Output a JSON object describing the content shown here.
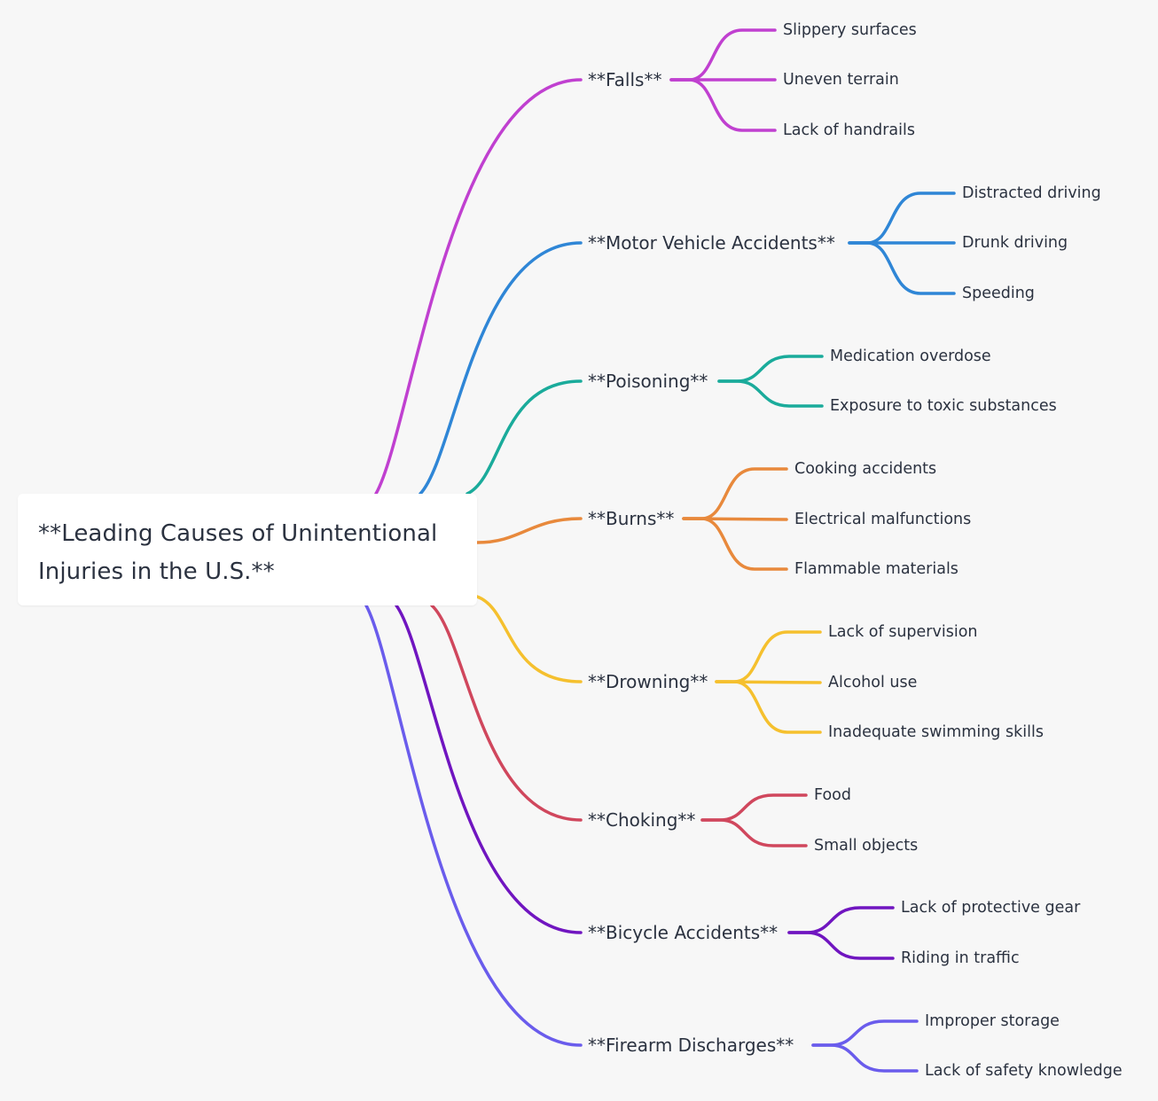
{
  "root": {
    "label": "**Leading Causes of Unintentional Injuries in the U.S.**"
  },
  "branches": [
    {
      "label": "**Falls**",
      "color": "#c040d0",
      "children": [
        "Slippery surfaces",
        "Uneven terrain",
        "Lack of handrails"
      ]
    },
    {
      "label": "**Motor Vehicle Accidents**",
      "color": "#2f86d6",
      "children": [
        "Distracted driving",
        "Drunk driving",
        "Speeding"
      ]
    },
    {
      "label": "**Poisoning**",
      "color": "#1aab9b",
      "children": [
        "Medication overdose",
        "Exposure to toxic substances"
      ]
    },
    {
      "label": "**Burns**",
      "color": "#e8893c",
      "children": [
        "Cooking accidents",
        "Electrical malfunctions",
        "Flammable materials"
      ]
    },
    {
      "label": "**Drowning**",
      "color": "#f5c02e",
      "children": [
        "Lack of supervision",
        "Alcohol use",
        "Inadequate swimming skills"
      ]
    },
    {
      "label": "**Choking**",
      "color": "#d0475d",
      "children": [
        "Food",
        "Small objects"
      ]
    },
    {
      "label": "**Bicycle Accidents**",
      "color": "#7015c0",
      "children": [
        "Lack of protective gear",
        "Riding in traffic"
      ]
    },
    {
      "label": "**Firearm Discharges**",
      "color": "#6a5cec",
      "children": [
        "Improper storage",
        "Lack of safety knowledge"
      ]
    }
  ]
}
